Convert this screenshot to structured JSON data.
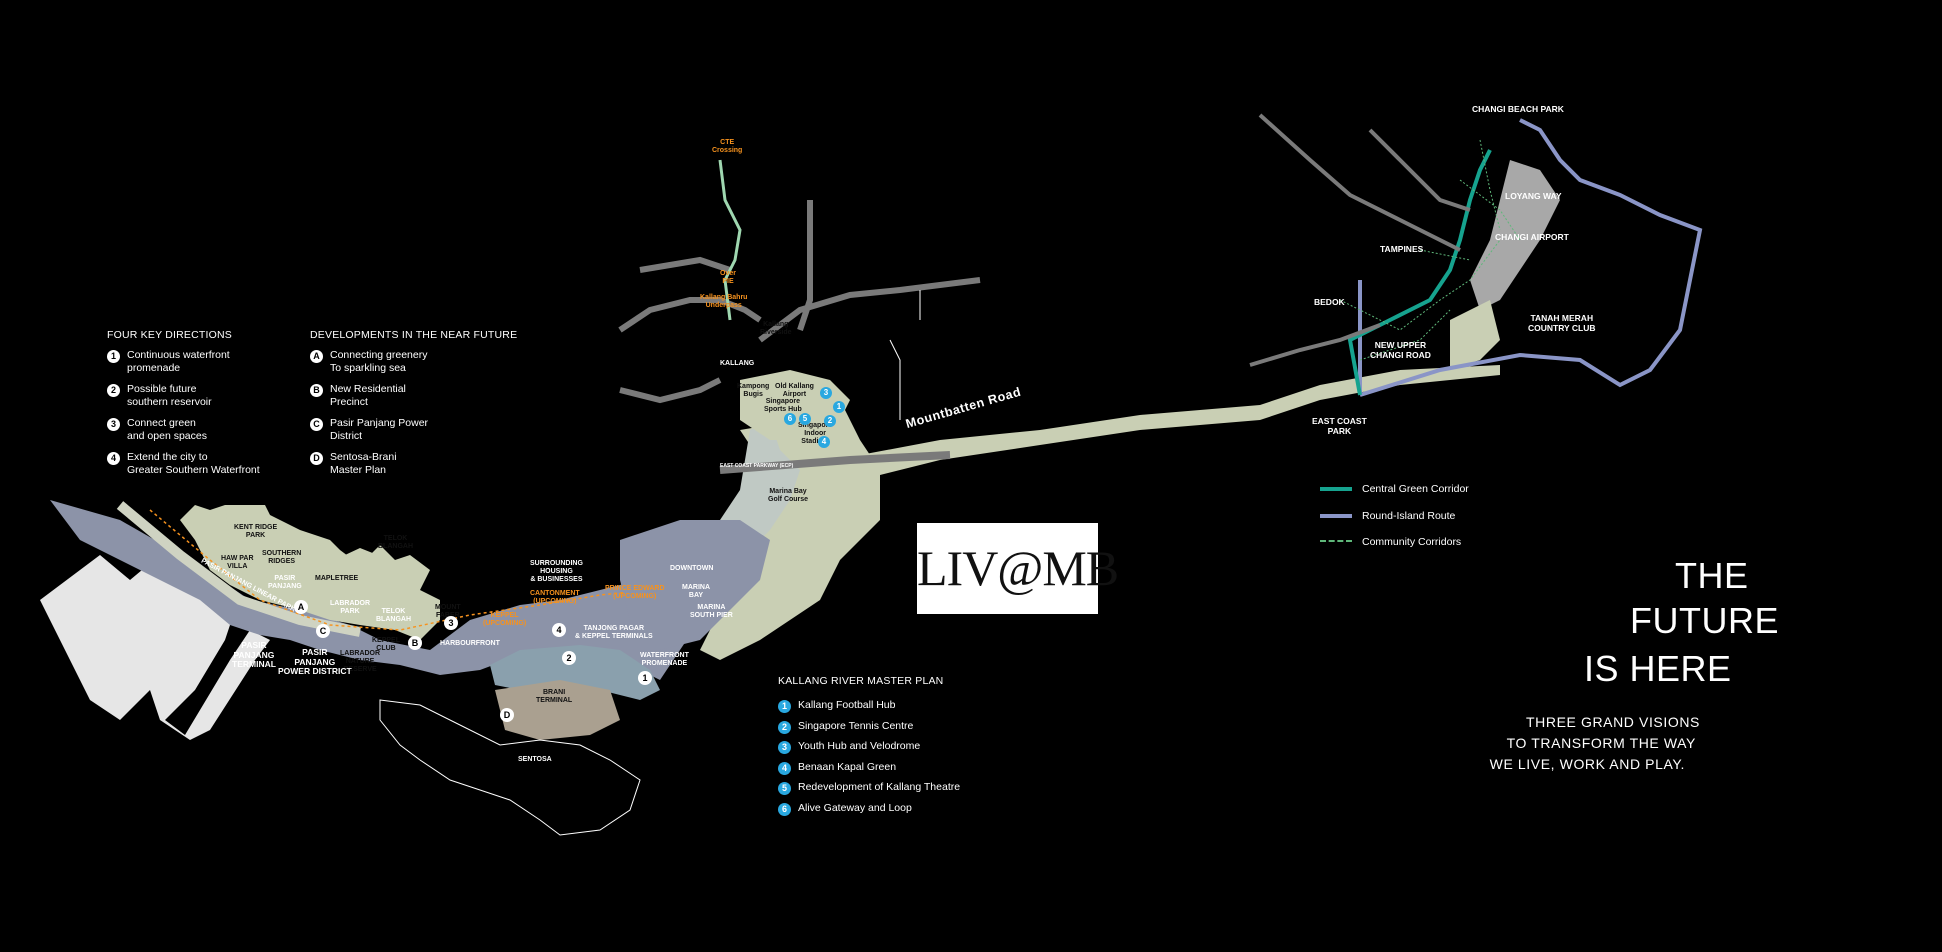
{
  "colors": {
    "background": "#000000",
    "land": "#c9cfb4",
    "water": "#8c93a8",
    "road": "#7a7a7a",
    "green_corridor": "#16a38f",
    "round_island": "#8a95c7",
    "community": "#5fb77a",
    "marker_blue": "#29a8e0",
    "poi_orange": "#f6921e"
  },
  "four_key_directions": {
    "title": "FOUR KEY DIRECTIONS",
    "items": [
      {
        "num": "1",
        "text": "Continuous waterfront\npromenade"
      },
      {
        "num": "2",
        "text": "Possible future\nsouthern reservoir"
      },
      {
        "num": "3",
        "text": "Connect green\nand open spaces"
      },
      {
        "num": "4",
        "text": "Extend the city to\nGreater Southern Waterfront"
      }
    ]
  },
  "developments": {
    "title": "DEVELOPMENTS IN THE NEAR FUTURE",
    "items": [
      {
        "num": "A",
        "text": "Connecting greenery\nTo sparkling sea"
      },
      {
        "num": "B",
        "text": "New Residential\nPrecinct"
      },
      {
        "num": "C",
        "text": "Pasir Panjang Power\nDistrict"
      },
      {
        "num": "D",
        "text": "Sentosa-Brani\nMaster Plan"
      }
    ]
  },
  "kallang_plan": {
    "title": "KALLANG RIVER MASTER PLAN",
    "items": [
      {
        "num": "1",
        "text": "Kallang Football Hub"
      },
      {
        "num": "2",
        "text": "Singapore Tennis Centre"
      },
      {
        "num": "3",
        "text": "Youth Hub and Velodrome"
      },
      {
        "num": "4",
        "text": "Benaan Kapal Green"
      },
      {
        "num": "5",
        "text": "Redevelopment of Kallang Theatre"
      },
      {
        "num": "6",
        "text": "Alive Gateway and Loop"
      }
    ]
  },
  "route_legend": [
    {
      "label": "Central Green Corridor",
      "style": "solid",
      "color": "#16a38f"
    },
    {
      "label": "Round-Island Route",
      "style": "solid",
      "color": "#8a95c7"
    },
    {
      "label": "Community Corridors",
      "style": "dashed",
      "color": "#5fb77a"
    }
  ],
  "logo": {
    "text": "LIV@MB"
  },
  "tagline": {
    "line1": "THE",
    "line2": "FUTURE",
    "line3": "IS HERE"
  },
  "subline": {
    "line1": "THREE GRAND VISIONS",
    "line2": "TO TRANSFORM THE WAY",
    "line3": "WE LIVE, WORK AND PLAY."
  },
  "road_label": "Mountbatten Road",
  "east_labels": {
    "changi_beach_park": "CHANGI BEACH PARK",
    "loyang_way": "LOYANG WAY",
    "changi_airport": "CHANGI AIRPORT",
    "tampines": "TAMPINES",
    "bedok": "BEDOK",
    "tanah_merah": "TANAH MERAH\nCOUNTRY CLUB",
    "new_upper_changi": "NEW UPPER\nCHANGI ROAD",
    "east_coast_park": "EAST COAST\nPARK"
  },
  "central_labels": {
    "cte_crossing": "CTE\nCrossing",
    "over_pie": "Over\nPIE",
    "kallang_bahru": "Kallang Bahru\nUnderpass",
    "kallang_riverside": "Kallang\nRiverside",
    "kallang": "KALLANG",
    "kampong_bugis": "Kampong\nBugis",
    "old_kallang_airport": "Old Kallang\nAirport",
    "sports_hub": "Singapore\nSports Hub",
    "singapore_indoor_stadium": "Singapore\nIndoor\nStadium",
    "ecp": "EAST COAST PARKWAY (ECP)",
    "marina_bay_golf": "Marina Bay\nGolf Course",
    "downtown": "DOWNTOWN",
    "marina_bay": "MARINA\nBAY",
    "marina_south_pier": "MARINA\nSOUTH PIER",
    "waterfront_promenade": "WATERFRONT\nPROMENADE",
    "tanjong_pagar": "TANJONG PAGAR\n& KEPPEL TERMINALS",
    "brani_terminal": "BRANI\nTERMINAL",
    "sentosa": "SENTOSA"
  },
  "west_labels": {
    "kent_ridge_park": "KENT RIDGE\nPARK",
    "haw_par_villa": "HAW PAR\nVILLA",
    "southern_ridges": "SOUTHERN\nRIDGES",
    "pasir_panjang": "PASIR\nPANJANG",
    "mount_faber": "MOUNT\nFABER",
    "telok_blangah_top": "TELOK\nBLANGAH",
    "labrador_park": "LABRADOR\nPARK",
    "telok_blangah": "TELOK\nBLANGAH",
    "keppel_club": "KEPPEL\nCLUB",
    "harbourfront": "HARBOURFRONT",
    "labrador_nature": "LABRADOR\nNATURE\nRESERVE",
    "pasir_panjang_power": "PASIR\nPANJANG\nPOWER DISTRICT",
    "pasir_panjang_terminal": "PASIR\nPANJANG\nTERMINAL",
    "linear_park": "PASIR PANJANG LINEAR PARK",
    "housing": "SURROUNDING\nHOUSING\n& BUSINESSES",
    "cantonment": "CANTONMENT\n(UPCOMING)",
    "prince_edward": "PRINCE EDWARD\n(UPCOMING)",
    "keppel_upcoming": "KEPPEL\n(UPCOMING)",
    "mapletree": "MAPLETREE"
  }
}
